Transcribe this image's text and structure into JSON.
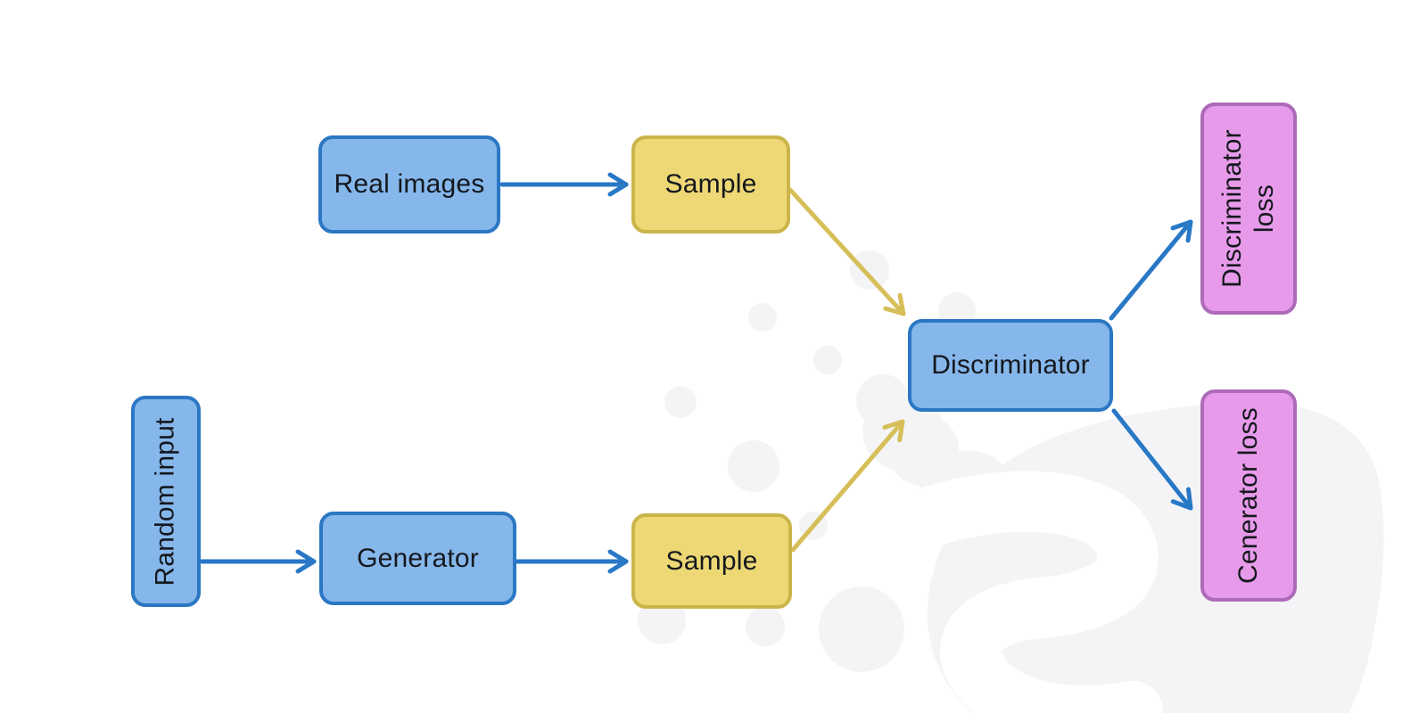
{
  "diagram": {
    "type": "flowchart",
    "description": "GAN training architecture diagram",
    "palette": {
      "background": "#ffffff",
      "watermark": "#f4f4f6",
      "text": "#15181d",
      "blue_fill": "#85b7eb",
      "blue_border": "#2b77c4",
      "blue_arrow": "#2878c6",
      "yellow_fill": "#edd875",
      "yellow_border": "#cbb54b",
      "yellow_arrow": "#d6bf58",
      "purple_fill": "#e79aea",
      "purple_border": "#ad6ab7"
    },
    "nodes": [
      {
        "id": "real-images",
        "label": "Real images",
        "style": "blue",
        "orientation": "horizontal"
      },
      {
        "id": "sample-top",
        "label": "Sample",
        "style": "yellow",
        "orientation": "horizontal"
      },
      {
        "id": "random-input",
        "label": "Random input",
        "style": "blue",
        "orientation": "vertical"
      },
      {
        "id": "generator",
        "label": "Generator",
        "style": "blue",
        "orientation": "horizontal"
      },
      {
        "id": "sample-bottom",
        "label": "Sample",
        "style": "yellow",
        "orientation": "horizontal"
      },
      {
        "id": "discriminator",
        "label": "Discriminator",
        "style": "blue",
        "orientation": "horizontal"
      },
      {
        "id": "discriminator-loss",
        "label": "Discriminator loss",
        "style": "purple",
        "orientation": "vertical"
      },
      {
        "id": "cenerator-loss",
        "label": "Cenerator loss",
        "style": "purple",
        "orientation": "vertical"
      }
    ],
    "edges": [
      {
        "from": "real-images",
        "to": "sample-top",
        "color": "blue"
      },
      {
        "from": "sample-top",
        "to": "discriminator",
        "color": "yellow"
      },
      {
        "from": "random-input",
        "to": "generator",
        "color": "blue"
      },
      {
        "from": "generator",
        "to": "sample-bottom",
        "color": "blue"
      },
      {
        "from": "sample-bottom",
        "to": "discriminator",
        "color": "yellow"
      },
      {
        "from": "discriminator",
        "to": "discriminator-loss",
        "color": "blue"
      },
      {
        "from": "discriminator",
        "to": "cenerator-loss",
        "color": "blue"
      }
    ]
  }
}
